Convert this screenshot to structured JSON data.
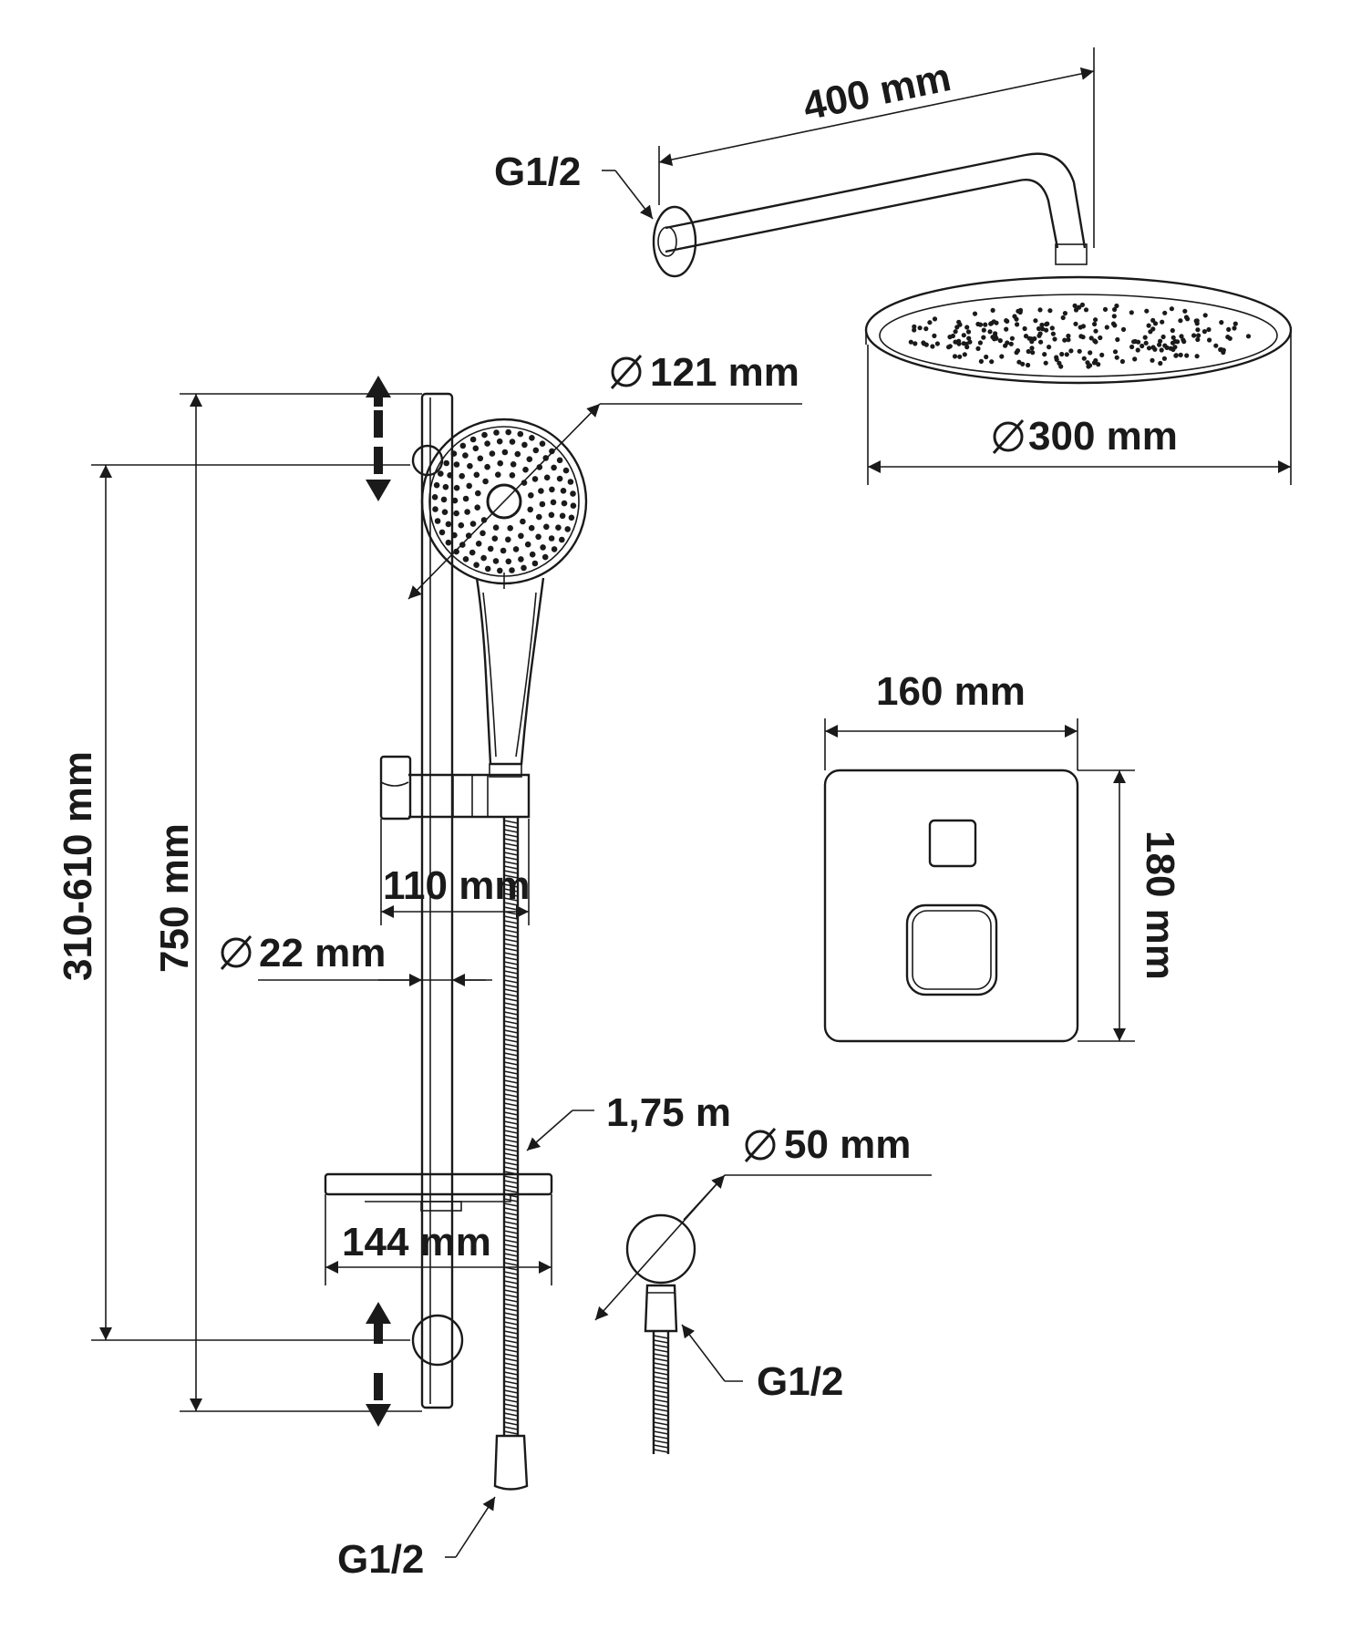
{
  "labels": {
    "arm_length": "400 mm",
    "arm_thread": "G1/2",
    "rain_diameter": "300 mm",
    "hand_diameter": "121 mm",
    "rail_adjust": "310-610 mm",
    "rail_height": "750 mm",
    "holder_depth": "110 mm",
    "rail_diameter": "22 mm",
    "hose_length": "1,75 m",
    "shelf_width": "144 mm",
    "hose_thread": "G1/2",
    "outlet_diameter": "50 mm",
    "outlet_thread": "G1/2",
    "panel_width": "160 mm",
    "panel_height": "180 mm"
  },
  "symbols": {
    "diameter": "⌀"
  }
}
